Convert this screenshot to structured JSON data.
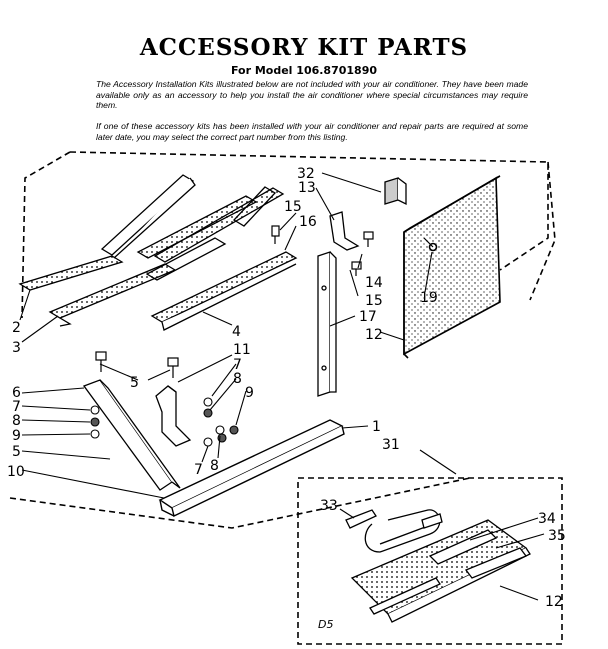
{
  "header": {
    "title": "ACCESSORY KIT PARTS",
    "model_line": "For Model 106.8701890",
    "paragraph_1": "The Accessory Installation Kits illustrated below are not included with your air conditioner. They have been made available only as an accessory to help you install the air conditioner where special circumstances may require them.",
    "paragraph_2": "If one of these accessory kits has been installed with your air conditioner and repair parts are required at some later date, you may select the correct part number from this listing."
  },
  "callouts": {
    "main": [
      "32",
      "13",
      "15",
      "16",
      "14",
      "15",
      "17",
      "12",
      "19",
      "4",
      "2",
      "3",
      "5",
      "11",
      "7",
      "8",
      "9",
      "6",
      "7",
      "8",
      "9",
      "5",
      "7",
      "8",
      "10",
      "1",
      "31"
    ],
    "inset": [
      "33",
      "34",
      "35",
      "12"
    ]
  },
  "inset_code": "D5"
}
